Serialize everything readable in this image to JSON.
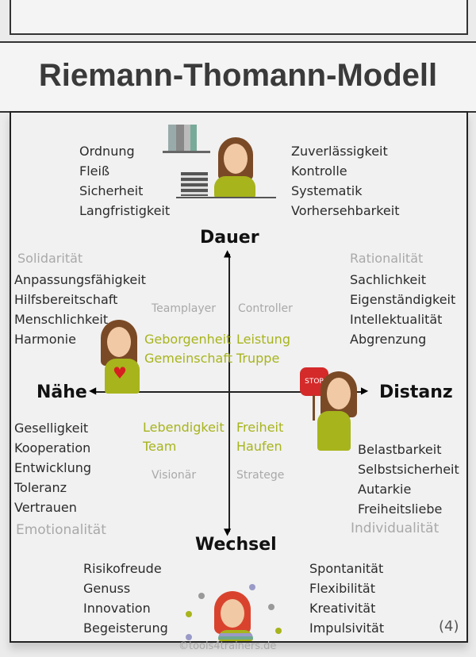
{
  "title": "Riemann-Thomann-Modell",
  "axes": {
    "top": "Dauer",
    "bottom": "Wechsel",
    "left": "Nähe",
    "right": "Distanz"
  },
  "top_left_list": [
    "Ordnung",
    "Fleiß",
    "Sicherheit",
    "Langfristigkeit"
  ],
  "top_right_list": [
    "Zuverlässigkeit",
    "Kontrolle",
    "Systematik",
    "Vorhersehbarkeit"
  ],
  "quadrants": {
    "top_left": {
      "heading": "Solidarität",
      "items": [
        "Anpassungsfähigkeit",
        "Hilfsbereitschaft",
        "Menschlichkeit",
        "Harmonie"
      ],
      "role": "Teamplayer",
      "values": [
        "Geborgenheit",
        "Gemeinschaft"
      ]
    },
    "top_right": {
      "heading": "Rationalität",
      "items": [
        "Sachlichkeit",
        "Eigenständigkeit",
        "Intellektualität",
        "Abgrenzung"
      ],
      "role": "Controller",
      "values": [
        "Leistung",
        "Truppe"
      ]
    },
    "bottom_left": {
      "heading": "Emotionalität",
      "items": [
        "Geselligkeit",
        "Kooperation",
        "Entwicklung",
        "Toleranz",
        "Vertrauen"
      ],
      "role": "Visionär",
      "values": [
        "Lebendigkeit",
        "Team"
      ]
    },
    "bottom_right": {
      "heading": "Individualität",
      "items": [
        "Belastbarkeit",
        "Selbstsicherheit",
        "Autarkie",
        "Freiheitsliebe"
      ],
      "role": "Stratege",
      "values": [
        "Freiheit",
        "Haufen"
      ]
    }
  },
  "bottom_left_list": [
    "Risikofreude",
    "Genuss",
    "Innovation",
    "Begeisterung"
  ],
  "bottom_right_list": [
    "Spontanität",
    "Flexibilität",
    "Kreativität",
    "Impulsivität"
  ],
  "stop_sign": "STOP",
  "page_number": "(4)",
  "copyright": "©tools4trainers.de",
  "colors": {
    "olive": "#a7b41c",
    "grey": "#a9a9a9",
    "text": "#2b2b2b"
  }
}
